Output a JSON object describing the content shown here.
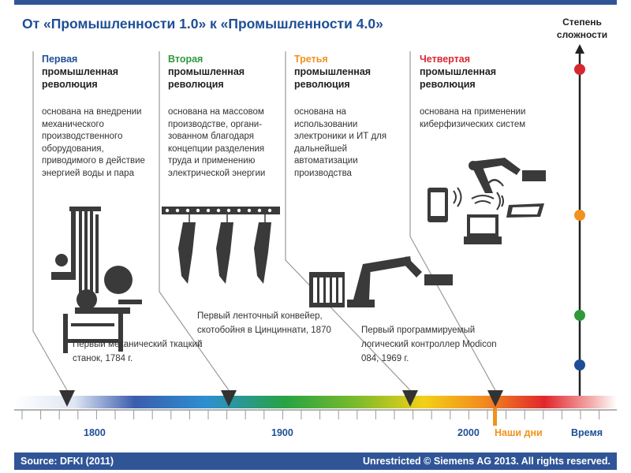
{
  "title": "От «Промышленности 1.0» к «Промышленности 4.0»",
  "complexity_axis_label": "Степень сложности",
  "revolutions": [
    {
      "lead": "Первая",
      "rest": "промышленная революция",
      "color": "#1f4e96",
      "description": "основана на внедрении механического производственного оборудования, приводимого в действие энергией воды и пара",
      "milestone": "Первый механический ткацкий станок, 1784 г."
    },
    {
      "lead": "Вторая",
      "rest": "промышленная революция",
      "color": "#2e9a3c",
      "description": "основана на массовом производстве, органи- зованном благодаря концепции разделения труда и применению электрической энергии",
      "milestone": "Первый ленточный конвейер, скотобойня в Цинциннати, 1870 г."
    },
    {
      "lead": "Третья",
      "rest": "промышленная революция",
      "color": "#f0921e",
      "description": "основана на использовании электроники и ИТ для дальнейшей автоматизации производства",
      "milestone": "Первый программируемый логический контроллер Modicon 084, 1969 г."
    },
    {
      "lead": "Четвертая",
      "rest": "промышленная революция",
      "color": "#d7282f",
      "description": "основана на применении киберфизических систем",
      "milestone": ""
    }
  ],
  "timeline": {
    "years": [
      "1800",
      "1900",
      "2000"
    ],
    "now_label": "Наши дни",
    "time_label": "Время",
    "year_color": "#1f4e96",
    "now_color": "#f0921e"
  },
  "complexity_dots": [
    "#d7282f",
    "#f0921e",
    "#2e9a3c",
    "#1f4e96"
  ],
  "footer": {
    "source": "Source: DFKI (2011)",
    "rights": "Unrestricted © Siemens AG 2013. All rights reserved."
  }
}
